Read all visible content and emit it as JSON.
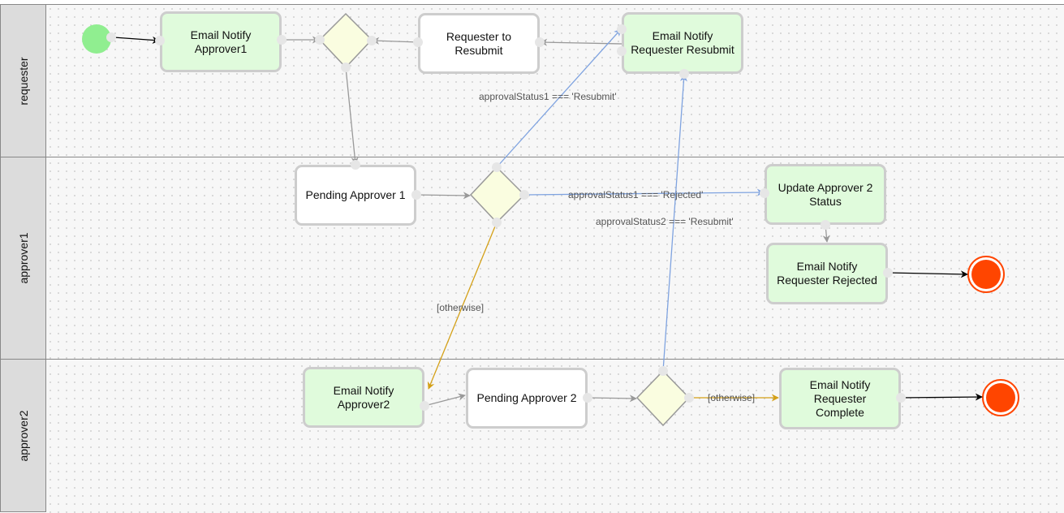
{
  "lanes": [
    {
      "label": "requester"
    },
    {
      "label": "approver1"
    },
    {
      "label": "approver2"
    }
  ],
  "nodes": {
    "email_notify_approver1": "Email Notify Approver1",
    "requester_to_resubmit": "Requester to Resubmit",
    "email_notify_requester_resubmit": "Email Notify Requester Resubmit",
    "pending_approver1": "Pending Approver 1",
    "update_approver2_status": "Update Approver 2 Status",
    "email_notify_requester_rejected": "Email Notify Requester Rejected",
    "email_notify_approver2": "Email Notify Approver2",
    "pending_approver2": "Pending Approver 2",
    "email_notify_requester_complete": "Email Notify Requester Complete"
  },
  "edge_labels": {
    "a1_resubmit": "approvalStatus1 === 'Resubmit'",
    "a1_rejected": "approvalStatus1 === 'Rejected'",
    "a2_resubmit": "approvalStatus2 === 'Resubmit'",
    "a1_otherwise": "[otherwise]",
    "a2_otherwise": "[otherwise]"
  },
  "colors": {
    "start": "#90ee90",
    "end": "#ff4500",
    "task_green": "#e0fbdc",
    "gateway": "#fafde0",
    "flow_gray": "#999999",
    "flow_blue": "#7fa3e0",
    "flow_orange": "#d4a017"
  }
}
